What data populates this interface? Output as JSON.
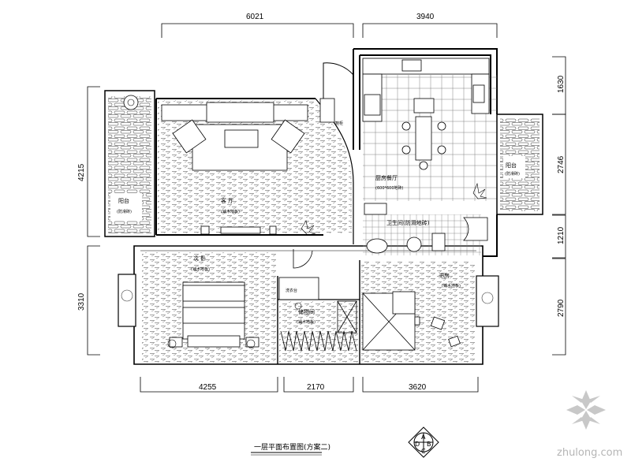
{
  "dimensions": {
    "top_left": "6021",
    "top_right": "3940",
    "right_1": "1630",
    "right_2": "2746",
    "right_3": "1210",
    "right_4": "2790",
    "left_1": "4215",
    "left_2": "3310",
    "bottom_1": "4255",
    "bottom_2": "2170",
    "bottom_3": "3620"
  },
  "rooms": {
    "living": "客 厅",
    "living_note": "(铺木地板)",
    "master_bedroom": "次 卧",
    "master_note": "(铺木地板)",
    "study": "书房",
    "study_note": "(铺木地板)",
    "storage": "储物间",
    "storage_note": "(铺木地板)",
    "dining": "厨房餐厅",
    "dining_note": "(600*600地砖)",
    "bathroom": "卫生间(防滑地砖)",
    "balcony_left": "阳台",
    "balcony_left_note": "(防滑砖)",
    "balcony_right": "阳台",
    "balcony_right_note": "(防滑砖)",
    "laundry": "洗衣台",
    "shoe_cabinet": "鞋柜",
    "wardrobe": "衣柜"
  },
  "title": "一层平面布置图(方案二)",
  "compass": {
    "a": "A",
    "b": "B",
    "c": "C",
    "d": "D"
  },
  "watermark": "zhulong.com"
}
